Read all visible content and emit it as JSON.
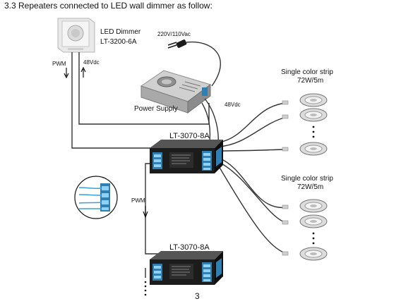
{
  "heading": "3.3 Repeaters connected to LED wall dimmer as follow:",
  "dimmer": {
    "title": "LED Dimmer",
    "model": "LT-3200-6A"
  },
  "mains_label": "220V/110Vac",
  "power_supply_label": "Power Supply",
  "labels": {
    "pwm_top": "PWM",
    "vdc_top": "48Vdc",
    "vdc_right": "48Vdc",
    "pwm_side": "PWM"
  },
  "repeaters": [
    {
      "model": "LT-3070-8A"
    },
    {
      "model": "LT-3070-8A"
    }
  ],
  "strip_groups": [
    {
      "title": "Single color strip",
      "spec": "72W/5m"
    },
    {
      "title": "Single color strip",
      "spec": "72W/5m"
    }
  ],
  "page_number": "3",
  "colors": {
    "wire": "#333333",
    "connector": "#3aa0d8",
    "device": "#1c1c1c"
  }
}
